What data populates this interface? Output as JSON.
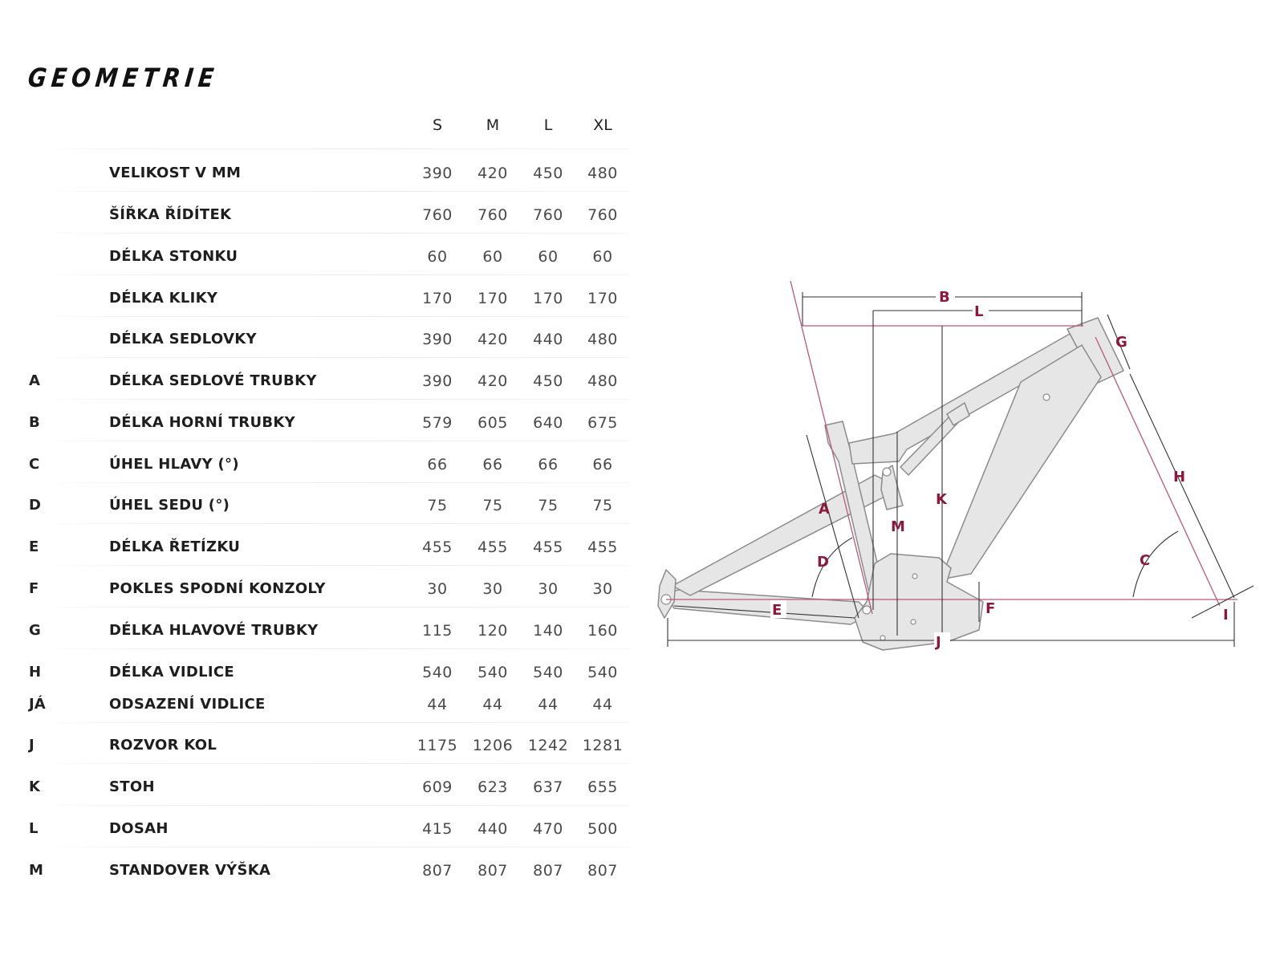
{
  "title": "GEOMETRIE",
  "sizes": [
    "S",
    "M",
    "L",
    "XL"
  ],
  "rows": [
    {
      "code": "",
      "label": "VELIKOST V MM",
      "values": [
        "390",
        "420",
        "450",
        "480"
      ]
    },
    {
      "code": "",
      "label": "ŠÍŘKA ŘÍDÍTEK",
      "values": [
        "760",
        "760",
        "760",
        "760"
      ]
    },
    {
      "code": "",
      "label": "DÉLKA STONKU",
      "values": [
        "60",
        "60",
        "60",
        "60"
      ]
    },
    {
      "code": "",
      "label": "DÉLKA KLIKY",
      "values": [
        "170",
        "170",
        "170",
        "170"
      ]
    },
    {
      "code": "",
      "label": "DÉLKA SEDLOVKY",
      "values": [
        "390",
        "420",
        "440",
        "480"
      ]
    },
    {
      "code": "A",
      "label": "DÉLKA SEDLOVÉ TRUBKY",
      "values": [
        "390",
        "420",
        "450",
        "480"
      ]
    },
    {
      "code": "B",
      "label": "DÉLKA HORNÍ TRUBKY",
      "values": [
        "579",
        "605",
        "640",
        "675"
      ]
    },
    {
      "code": "C",
      "label": "ÚHEL HLAVY (°)",
      "values": [
        "66",
        "66",
        "66",
        "66"
      ]
    },
    {
      "code": "D",
      "label": "ÚHEL SEDU (°)",
      "values": [
        "75",
        "75",
        "75",
        "75"
      ]
    },
    {
      "code": "E",
      "label": "DÉLKA ŘETÍZKU",
      "values": [
        "455",
        "455",
        "455",
        "455"
      ]
    },
    {
      "code": "F",
      "label": "POKLES SPODNÍ KONZOLY",
      "values": [
        "30",
        "30",
        "30",
        "30"
      ]
    },
    {
      "code": "G",
      "label": "DÉLKA HLAVOVÉ TRUBKY",
      "values": [
        "115",
        "120",
        "140",
        "160"
      ]
    },
    {
      "code": "H",
      "label": "DÉLKA VIDLICE",
      "values": [
        "540",
        "540",
        "540",
        "540"
      ]
    },
    {
      "code": "JÁ",
      "label": "ODSAZENÍ VIDLICE",
      "values": [
        "44",
        "44",
        "44",
        "44"
      ]
    },
    {
      "code": "J",
      "label": "ROZVOR KOL",
      "values": [
        "1175",
        "1206",
        "1242",
        "1281"
      ]
    },
    {
      "code": "K",
      "label": "STOH",
      "values": [
        "609",
        "623",
        "637",
        "655"
      ]
    },
    {
      "code": "L",
      "label": "DOSAH",
      "values": [
        "415",
        "440",
        "470",
        "500"
      ]
    },
    {
      "code": "M",
      "label": "STANDOVER VÝŠKA",
      "values": [
        "807",
        "807",
        "807",
        "807"
      ]
    }
  ],
  "diagram_labels": {
    "a": "A",
    "b": "B",
    "c": "C",
    "d": "D",
    "e": "E",
    "f": "F",
    "g": "G",
    "h": "H",
    "i": "I",
    "j": "J",
    "k": "K",
    "l": "L",
    "m": "M"
  },
  "colors": {
    "accent": "#8a1a3c",
    "frame_fill": "#e6e6e6",
    "frame_stroke": "#8c8c8c",
    "dim_line": "#333333"
  }
}
